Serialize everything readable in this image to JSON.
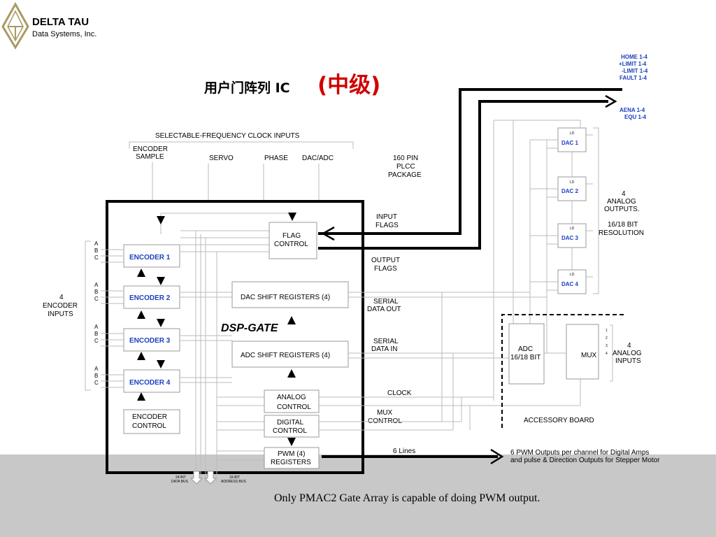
{
  "logo": {
    "company": "DELTA TAU",
    "subtitle": "Data Systems, Inc."
  },
  "title": {
    "main": "用户门阵列 IC",
    "level": "(中级)"
  },
  "clock_section": {
    "header": "SELECTABLE-FREQUENCY CLOCK INPUTS",
    "encoder_sample_1": "ENCODER",
    "encoder_sample_2": "SAMPLE",
    "servo": "SERVO",
    "phase": "PHASE",
    "dac_adc": "DAC/ADC"
  },
  "package": {
    "line1": "160 PIN",
    "line2": "PLCC",
    "line3": "PACKAGE"
  },
  "chip": {
    "name": "DSP-GATE"
  },
  "blocks": {
    "flag_control_1": "FLAG",
    "flag_control_2": "CONTROL",
    "dac_shift": "DAC SHIFT REGISTERS (4)",
    "adc_shift": "ADC SHIFT REGISTERS (4)",
    "analog_control_1": "ANALOG",
    "analog_control_2": "CONTROL",
    "digital_control_1": "DIGITAL",
    "digital_control_2": "CONTROL",
    "pwm_1": "PWM (4)",
    "pwm_2": "REGISTERS",
    "encoder_control_1": "ENCODER",
    "encoder_control_2": "CONTROL"
  },
  "encoders": [
    "ENCODER 1",
    "ENCODER 2",
    "ENCODER 3",
    "ENCODER 4"
  ],
  "abc": [
    "A",
    "B",
    "C"
  ],
  "encoder_inputs": {
    "line1": "4",
    "line2": "ENCODER",
    "line3": "INPUTS"
  },
  "signals": {
    "input_flags_1": "INPUT",
    "input_flags_2": "FLAGS",
    "output_flags_1": "OUTPUT",
    "output_flags_2": "FLAGS",
    "serial_out_1": "SERIAL",
    "serial_out_2": "DATA OUT",
    "serial_in_1": "SERIAL",
    "serial_in_2": "DATA IN",
    "clock": "CLOCK",
    "mux_control_1": "MUX",
    "mux_control_2": "CONTROL",
    "six_lines": "6 Lines"
  },
  "home_group": {
    "l1": "HOME 1-4",
    "l2": "+LIMIT 1-4",
    "l3": "-LIMIT 1-4",
    "l4": "FAULT 1-4"
  },
  "aena_group": {
    "l1": "AENA 1-4",
    "l2": "EQU 1-4"
  },
  "dacs": [
    "DAC 1",
    "DAC 2",
    "DAC 3",
    "DAC 4"
  ],
  "ld": "LD",
  "analog_outputs": {
    "l1": "4",
    "l2": "ANALOG",
    "l3": "OUTPUTS.",
    "l4": "16/18 BIT",
    "l5": "RESOLUTION"
  },
  "accessory": {
    "adc_1": "ADC",
    "adc_2": "16/18 BIT",
    "mux": "MUX",
    "mux_pins": [
      "1",
      "2",
      "3",
      "4"
    ],
    "board": "ACCESSORY BOARD",
    "inputs_1": "4",
    "inputs_2": "ANALOG",
    "inputs_3": "INPUTS"
  },
  "pwm_outputs": {
    "l1": "6 PWM Outputs per channel for Digital Amps",
    "l2": "and pulse & Direction Outputs for Stepper Motor"
  },
  "bus": {
    "data_1": "24-BIT",
    "data_2": "DATA BUS",
    "addr_1": "16-BIT",
    "addr_2": "ADDRESS BUS"
  },
  "footer": "Only PMAC2 Gate Array is capable of doing PWM output.",
  "colors": {
    "accent_blue": "#1c3fc0",
    "title_red": "#d00000",
    "footer_band": "#c8c8c8"
  }
}
